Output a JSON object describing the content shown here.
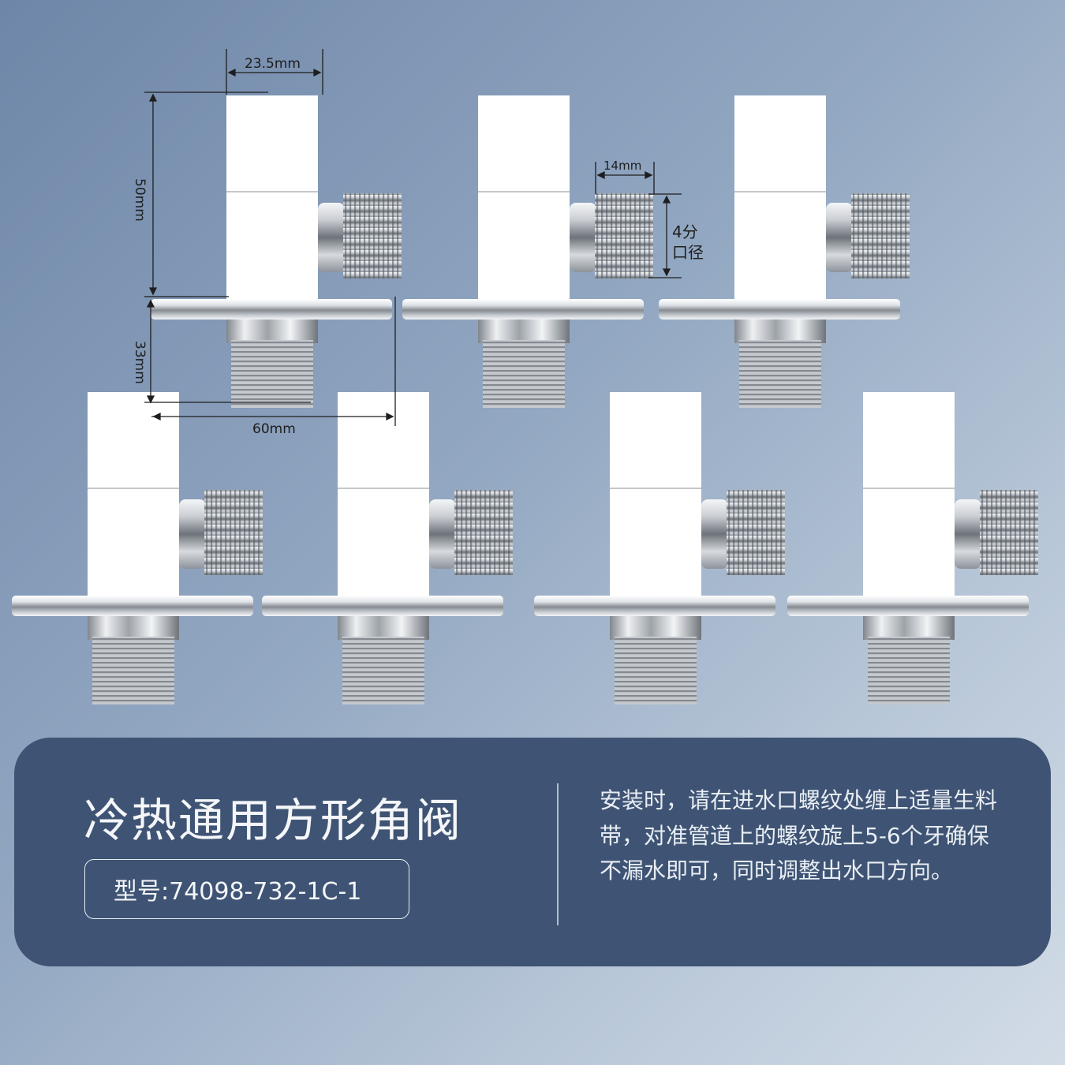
{
  "product": {
    "title": "冷热通用方形角阀",
    "model_label": "型号:74098-732-1C-1",
    "install_note": "安装时，请在进水口螺纹处缠上适量生料带，对准管道上的螺纹旋上5-6个牙确保不漏水即可，同时调整出水口方向。"
  },
  "dimensions": {
    "body_width": "23.5mm",
    "body_height": "50mm",
    "thread_length": "33mm",
    "flange_diameter": "60mm",
    "outlet_length": "14mm",
    "outlet_size": "4分\n口径"
  },
  "colors": {
    "panel": "#3f5474",
    "text_light": "#f4f6f9",
    "chrome_dark": "#5e646c",
    "chrome_light": "#f2f4f6"
  },
  "icon_names": [
    "angle-valve-icon"
  ]
}
